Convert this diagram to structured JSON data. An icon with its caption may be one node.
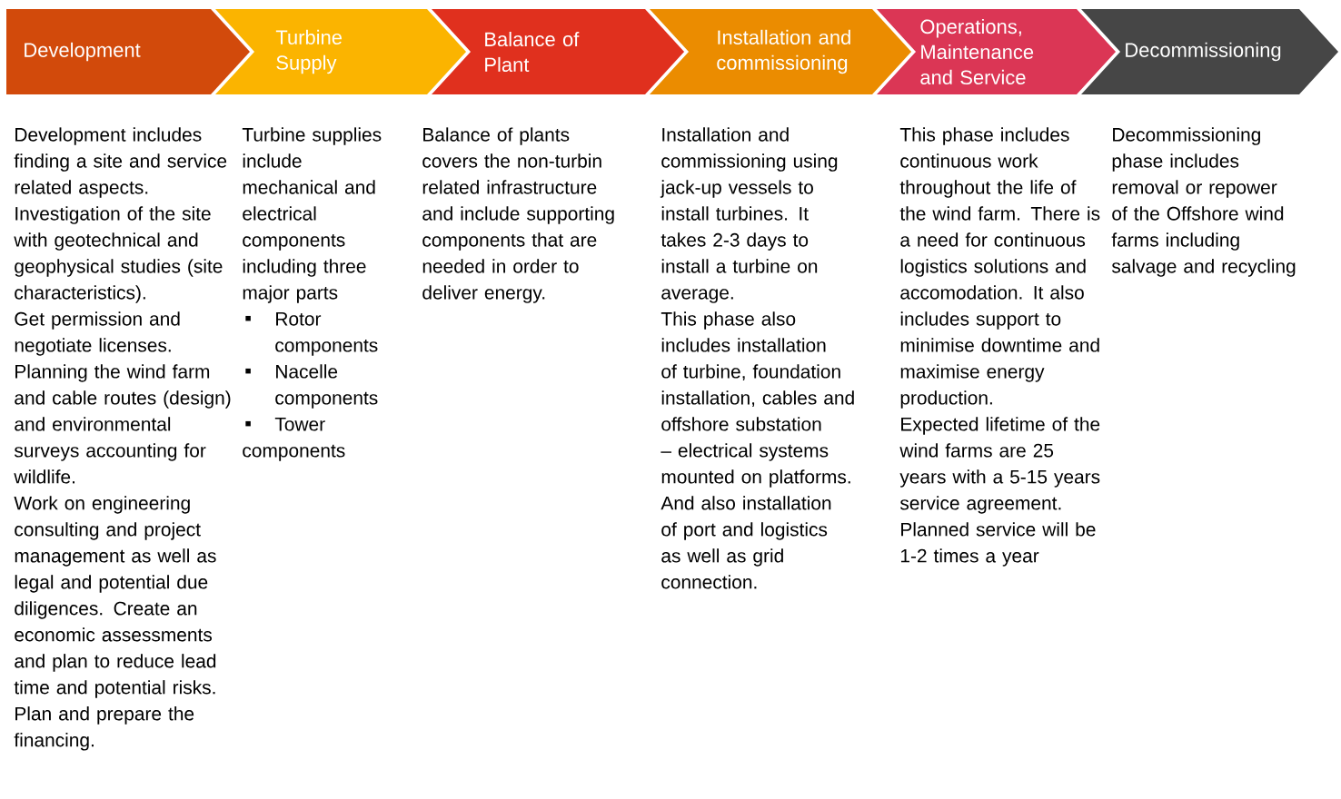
{
  "diagram": {
    "nodes": [
      {
        "text": [
          "Development"
        ],
        "beside": [
          "Development includes finding a site and service related aspects. Investigation of the site with geotechnical and geophysical studies (site characteristics).",
          "Get permission and negotiate licenses.",
          "Planning the wind farm and cable routes (design) and environmental surveys accounting for wildlife.",
          "Work on engineering consulting and project management as well as legal and potential due diligences. Create an economic assessments and plan to reduce lead time and potential risks.",
          "Plan and prepare the financing."
        ]
      },
      {
        "text": [
          "Turbine Supply"
        ],
        "beside": [
          "Turbine supplies include mechanical and electrical components including three major parts",
          "Rotor components",
          "Nacelle components",
          "Tower components"
        ]
      },
      {
        "text": [
          "Balance of Plant"
        ],
        "beside": [
          "Balance of plants covers the non-turbin related infrastructure and include supporting components that are needed in order to deliver energy."
        ]
      },
      {
        "text": [
          "Installation and commissioning"
        ],
        "beside": [
          "Installation and commissioning using jack-up vessels to install turbines. It takes 2-3 days to install a turbine on average.",
          "This phase also includes installation of turbine, foundation installation, cables and offshore substation – electrical systems mounted on platforms. And also installation of port and logistics as well as grid connection."
        ]
      },
      {
        "text": [
          "Operations, Maintenance and Service"
        ],
        "beside": [
          "This phase includes continuous work throughout the life of the wind farm. There is a need for continuous logistics solutions and accomodation. It also includes support to minimise downtime and maximise energy production.",
          "Expected lifetime of the wind farms are 25 years with a 5-15 years service agreement.",
          "Planned service will be 1-2 times a year"
        ]
      },
      {
        "text": [
          "Decommissioning"
        ],
        "beside": [
          "Decommissioning phase includes removal or repower of the Offshore wind farms including salvage and recycling"
        ]
      }
    ]
  }
}
